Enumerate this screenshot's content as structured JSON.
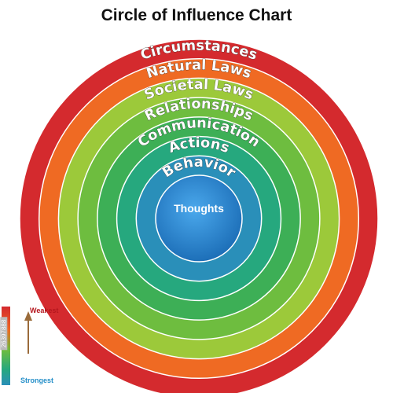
{
  "title": "Circle of Influence Chart",
  "rings": [
    {
      "label": "Circumstances",
      "color": "#d42a2e"
    },
    {
      "label": "Natural Laws",
      "color": "#ef6a23"
    },
    {
      "label": "Societal Laws",
      "color": "#9cc93a"
    },
    {
      "label": "Relationships",
      "color": "#6ebd3f"
    },
    {
      "label": "Communication",
      "color": "#3daf56"
    },
    {
      "label": "Actions",
      "color": "#26a87e"
    },
    {
      "label": "Behavior",
      "color": "#2a8fb9"
    }
  ],
  "core": {
    "label": "Thoughts",
    "color": "#2f90d8"
  },
  "legend": {
    "top_label": "Weakest",
    "bottom_label": "Strongest",
    "top_color": "#b5171e",
    "bottom_color": "#2790c9"
  },
  "stock_id": "26397888"
}
